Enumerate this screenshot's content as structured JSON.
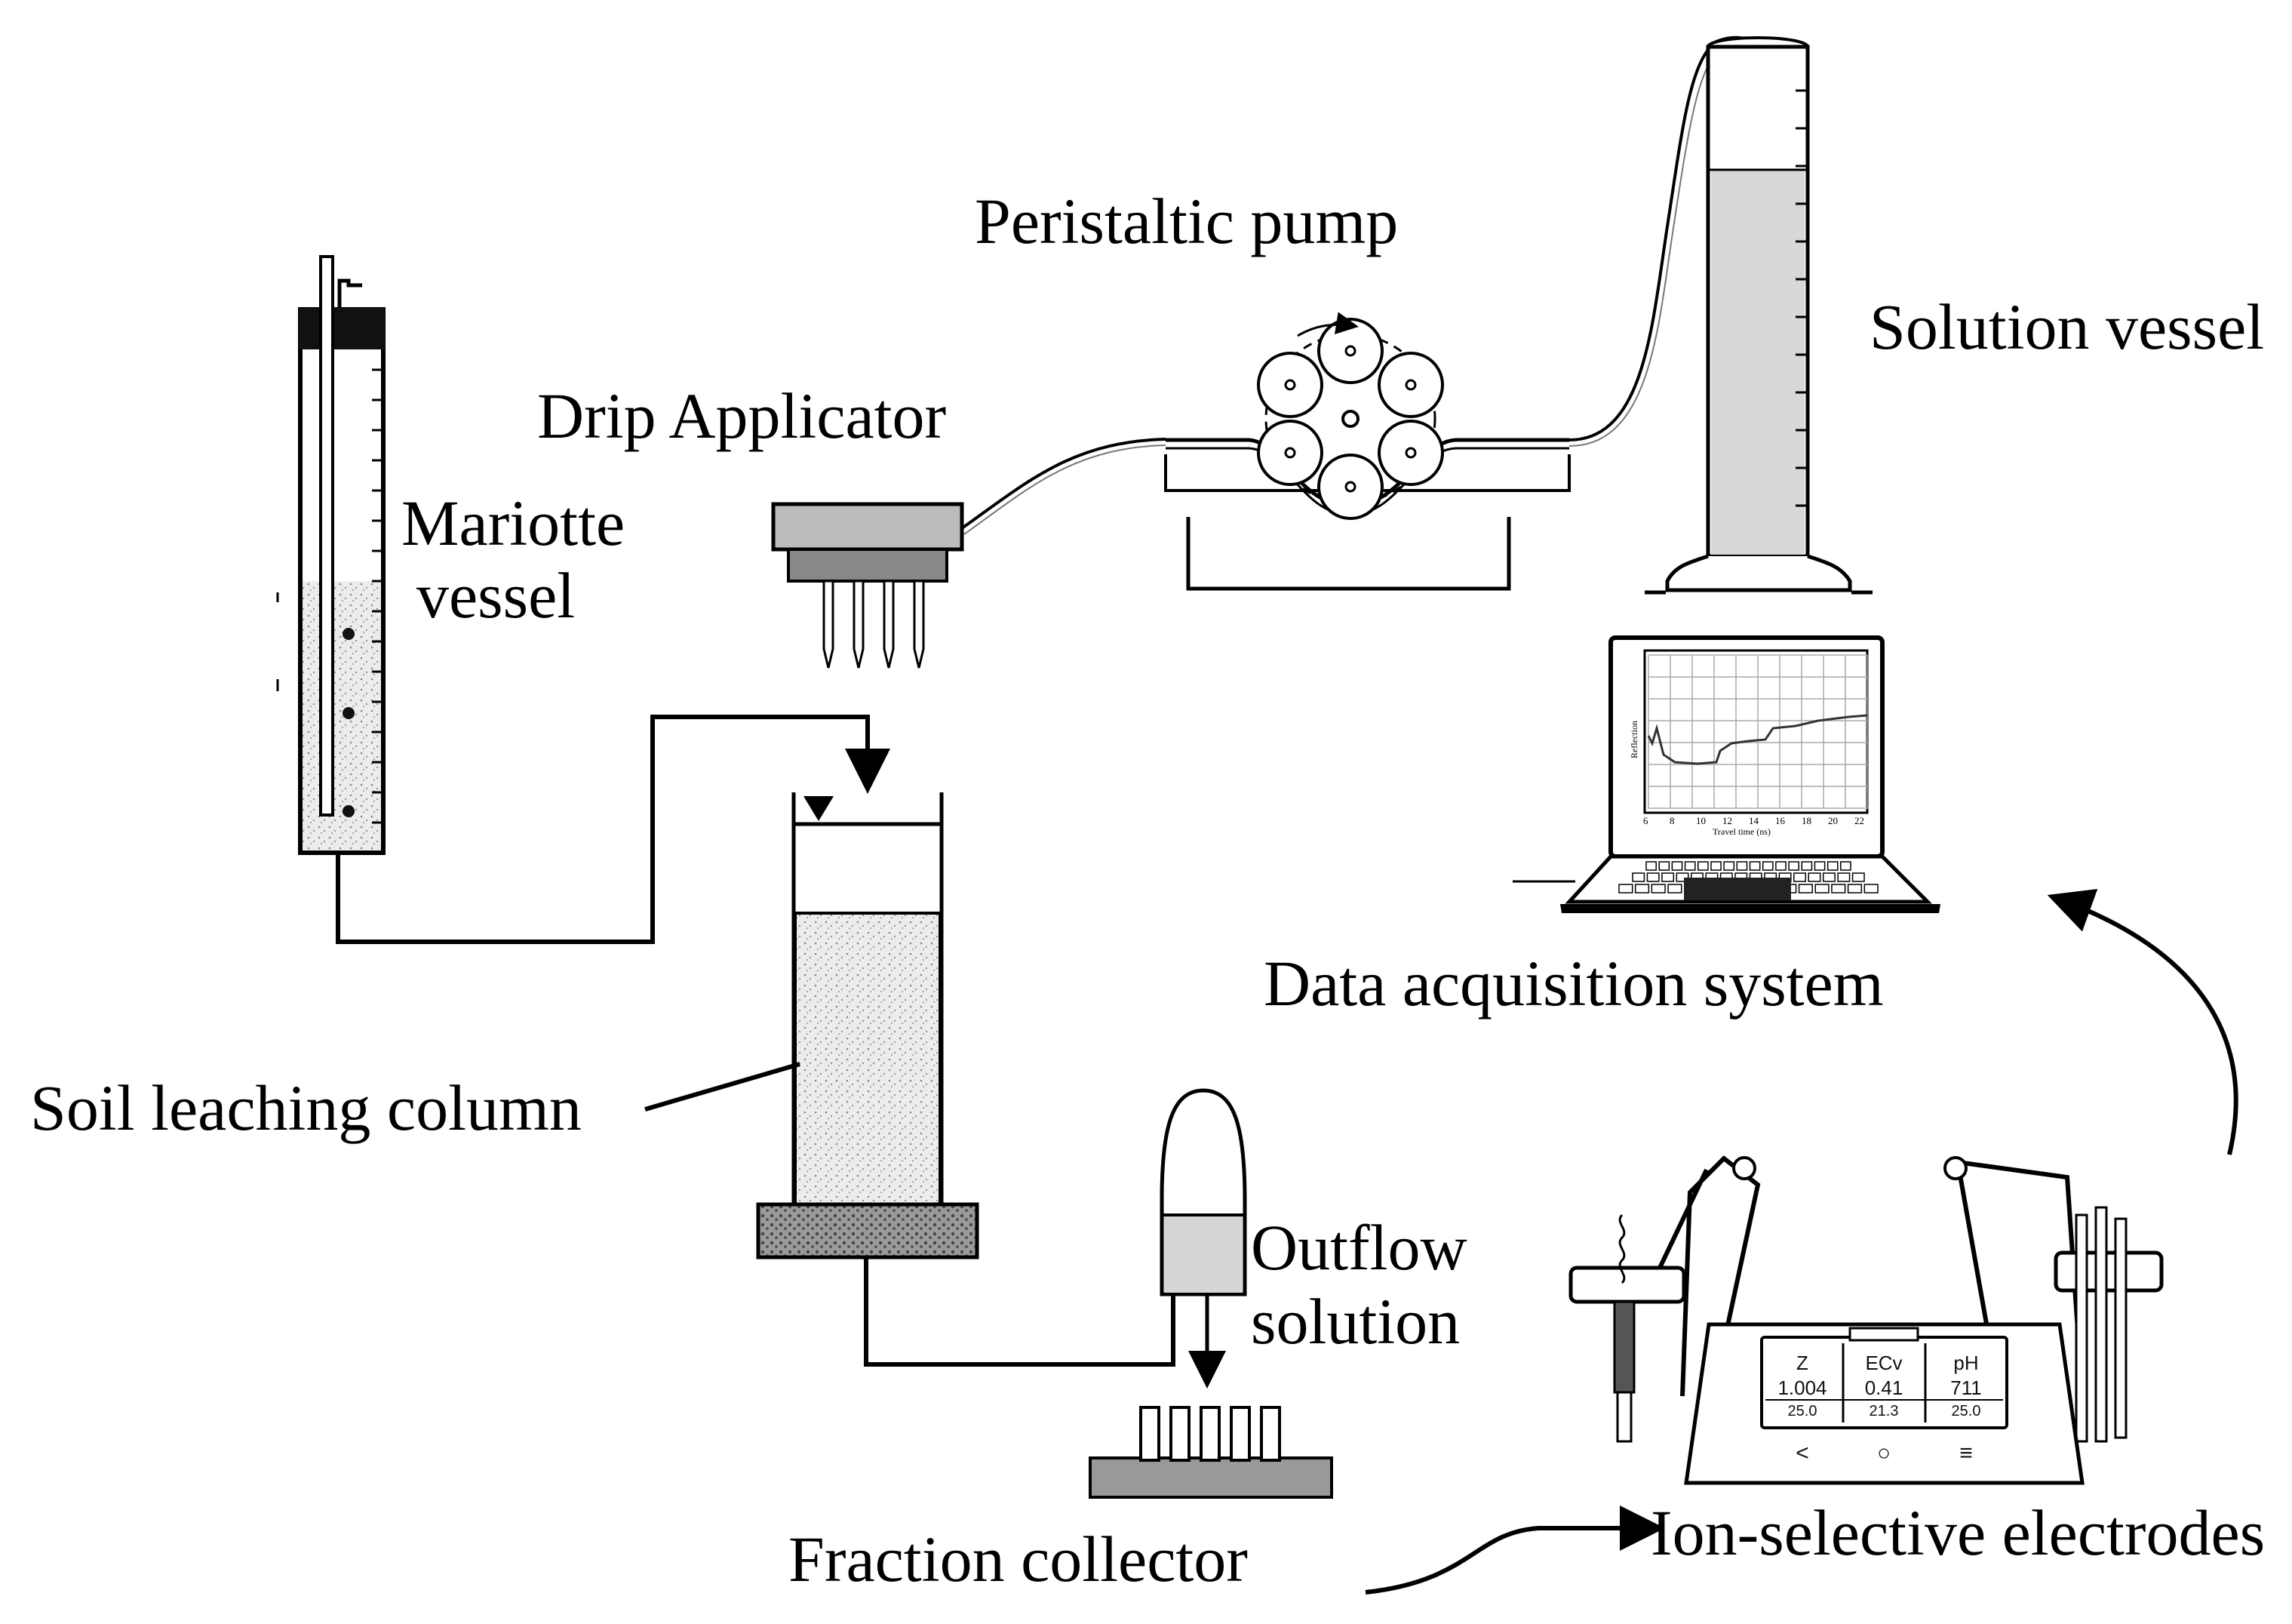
{
  "labels": {
    "peristaltic_pump": "Peristaltic pump",
    "solution_vessel": "Solution vessel",
    "drip_applicator": "Drip Applicator",
    "mariotte_line1": "Mariotte",
    "mariotte_line2": "vessel",
    "data_acquisition": "Data acquisition system",
    "soil_column": "Soil leaching column",
    "outflow_line1": "Outflow",
    "outflow_line2": "solution",
    "fraction_collector": "Fraction collector",
    "ion_electrodes": "Ion-selective electrodes"
  },
  "laptop_screen": {
    "ylabel": "Reflection",
    "xlabel": "Travel time (ns)",
    "ticks": [
      "6",
      "8",
      "10",
      "12",
      "14",
      "16",
      "18",
      "20",
      "22"
    ]
  },
  "meter": {
    "columns": [
      {
        "head": "Z",
        "value": "1.004",
        "temp": "25.0"
      },
      {
        "head": "ECv",
        "value": "0.41",
        "temp": "21.3"
      },
      {
        "head": "pH",
        "value": "711",
        "temp": "25.0"
      }
    ],
    "buttons": [
      "<",
      "○",
      "≡"
    ]
  }
}
